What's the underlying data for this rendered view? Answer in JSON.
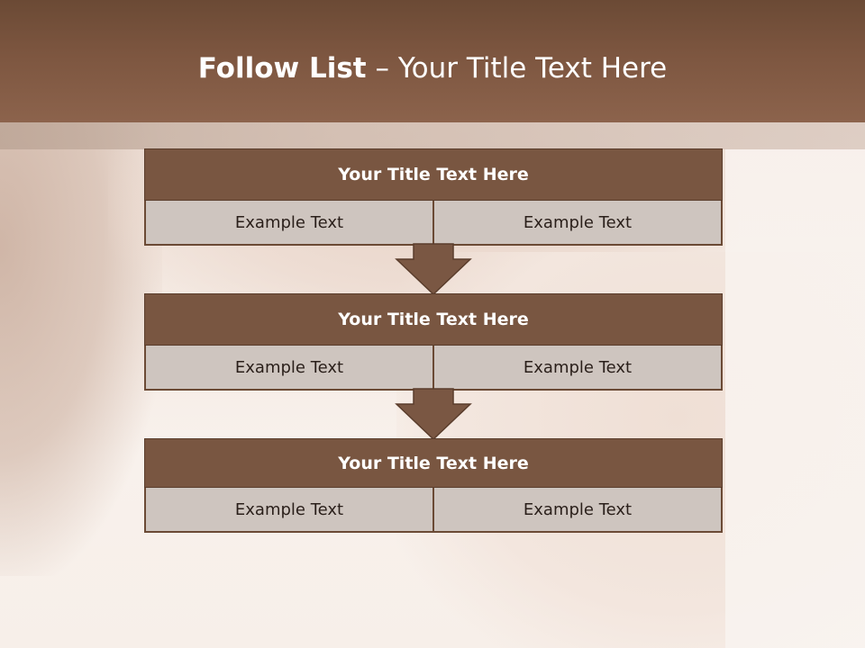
{
  "header": {
    "title_bold": "Follow List",
    "title_rest": "– Your Title Text Here"
  },
  "blocks": [
    {
      "title": "Your Title Text Here",
      "cells": [
        "Example Text",
        "Example Text"
      ]
    },
    {
      "title": "Your Title Text Here",
      "cells": [
        "Example Text",
        "Example Text"
      ]
    },
    {
      "title": "Your Title Text Here",
      "cells": [
        "Example Text",
        "Example Text"
      ]
    }
  ],
  "colors": {
    "header_brown": "#7d5640",
    "block_title": "#795641",
    "cell_fill": "#cec5bf",
    "arrow": "#7a5743"
  },
  "icons": {
    "connector": "down-arrow-icon"
  }
}
